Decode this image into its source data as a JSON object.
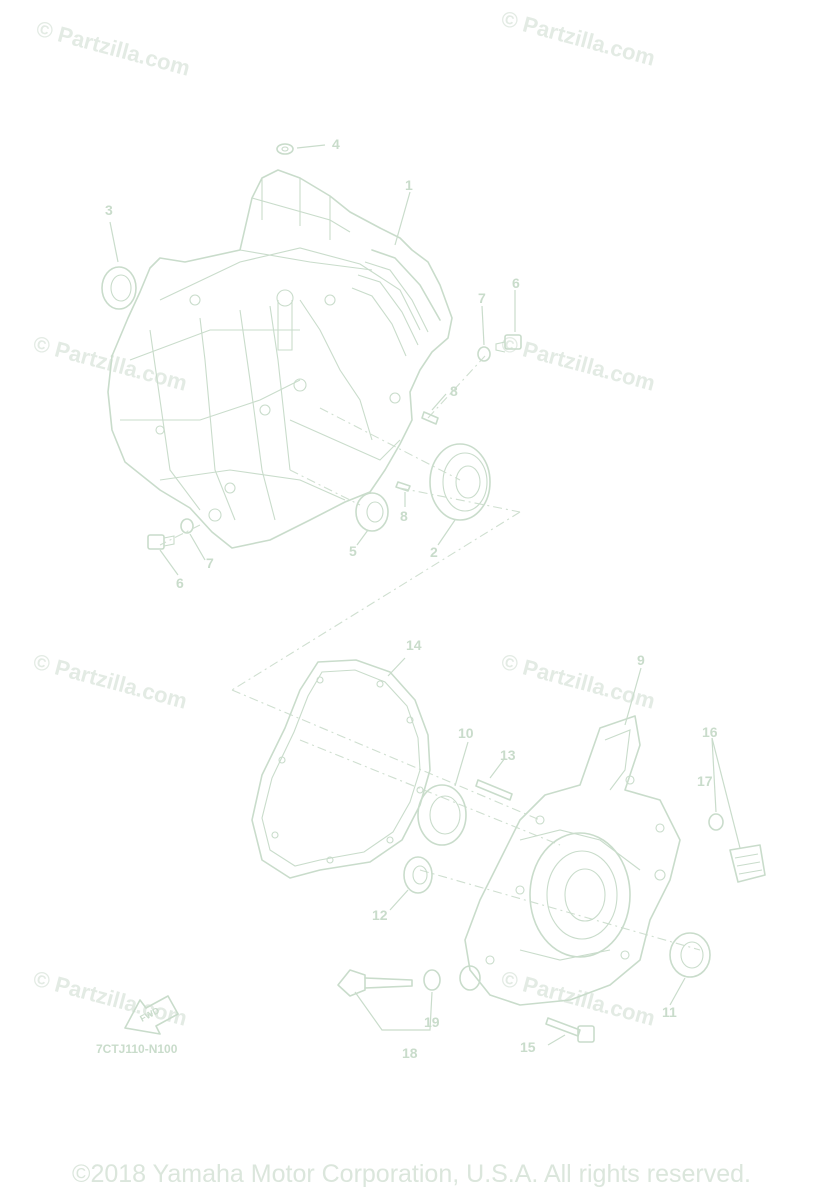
{
  "watermark": "© Partzilla.com",
  "diagram_code": "7CTJ110-N100",
  "fwd_label": "FWD",
  "copyright": "©2018 Yamaha Motor Corporation, U.S.A. All rights reserved.",
  "callouts": [
    "1",
    "2",
    "3",
    "4",
    "5",
    "6",
    "7",
    "8",
    "9",
    "10",
    "11",
    "12",
    "13",
    "14",
    "15",
    "16",
    "17",
    "18",
    "19",
    "6",
    "7",
    "8"
  ],
  "colors": {
    "line": "#c9dccb",
    "watermark": "#e3ebe4",
    "background": "#ffffff"
  }
}
